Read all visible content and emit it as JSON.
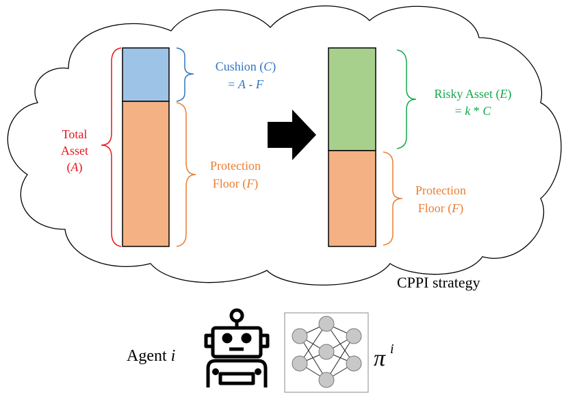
{
  "diagram": {
    "left": {
      "total_asset": [
        "Total",
        "Asset",
        "(",
        "A",
        ")"
      ],
      "cushion": {
        "line1_word": "Cushion ",
        "line1_open": "(",
        "line1_var": "C",
        "line1_close": ")",
        "line2_eq": "= ",
        "line2_a": "A",
        "line2_minus": " - ",
        "line2_f": "F"
      },
      "floor": {
        "line1": "Protection",
        "line2_word": "Floor ",
        "line2_open": "(",
        "line2_var": "F",
        "line2_close": ")"
      }
    },
    "right": {
      "risky": {
        "line1_word": "Risky Asset ",
        "line1_open": "(",
        "line1_var": "E",
        "line1_close": ")",
        "line2_eq": "= ",
        "line2_k": "k",
        "line2_times": " * ",
        "line2_c": "C"
      },
      "floor": {
        "line1": "Protection",
        "line2_word": "Floor ",
        "line2_open": "(",
        "line2_var": "F",
        "line2_close": ")"
      }
    },
    "strategy_label": "CPPI strategy",
    "agent": {
      "word": "Agent ",
      "var": "i"
    },
    "policy": {
      "symbol": "π",
      "superscript": "i"
    },
    "colors": {
      "total_red": "#e8131b",
      "cushion_blue": "#2e74c0",
      "cushion_fill": "#9dc3e6",
      "floor_orange": "#ec7d31",
      "floor_fill": "#f4b183",
      "risky_green": "#10a84a",
      "risky_fill": "#a8d08d",
      "node_fill": "#c8c8c8"
    },
    "icons": [
      "cloud-icon",
      "right-arrow-icon",
      "robot-icon",
      "neural-network-icon"
    ]
  }
}
